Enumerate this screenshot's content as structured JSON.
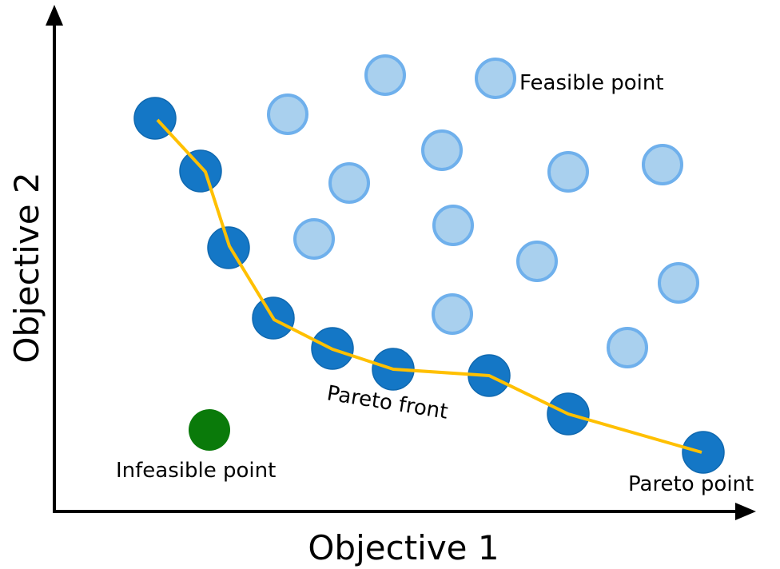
{
  "labels": {
    "x_axis": "Objective 1",
    "y_axis": "Objective 2",
    "feasible": "Feasible point",
    "infeasible": "Infeasible point",
    "pareto_point": "Pareto point",
    "pareto_front": "Pareto front"
  },
  "colors": {
    "pareto_fill": "#1477c6",
    "pareto_stroke": "#1069b0",
    "feasible_fill": "#a9d0ee",
    "feasible_stroke": "#6fb0ec",
    "infeasible_fill": "#0a7a0a",
    "front_line": "#ffc000",
    "axis": "#000000"
  }
}
